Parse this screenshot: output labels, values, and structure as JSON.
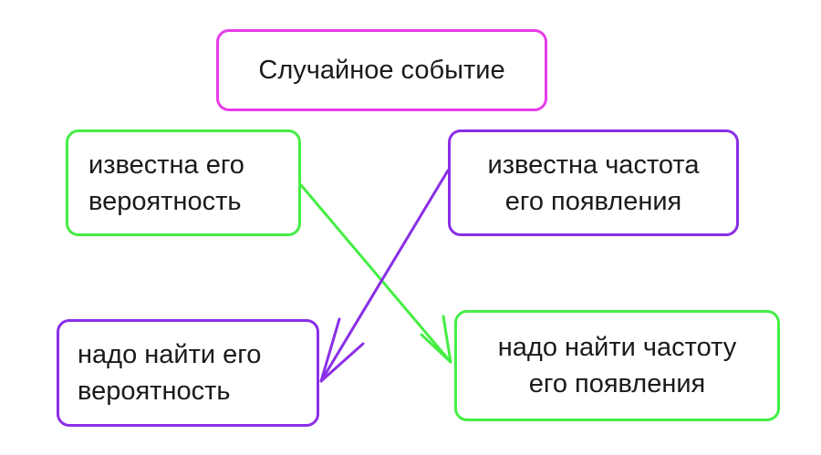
{
  "diagram": {
    "title": "Случайное событие",
    "known_probability": {
      "line1": "известна его",
      "line2": "вероятность"
    },
    "known_frequency": {
      "line1": "известна частота",
      "line2": "его появления"
    },
    "find_probability": {
      "line1": "надо найти его",
      "line2": "вероятность"
    },
    "find_frequency": {
      "line1": "надо найти частоту",
      "line2": "его появления"
    }
  },
  "colors": {
    "title_border": "#e83ce8",
    "green": "#44ee44",
    "purple": "#8a2ee6",
    "text": "#1a1a1a"
  }
}
